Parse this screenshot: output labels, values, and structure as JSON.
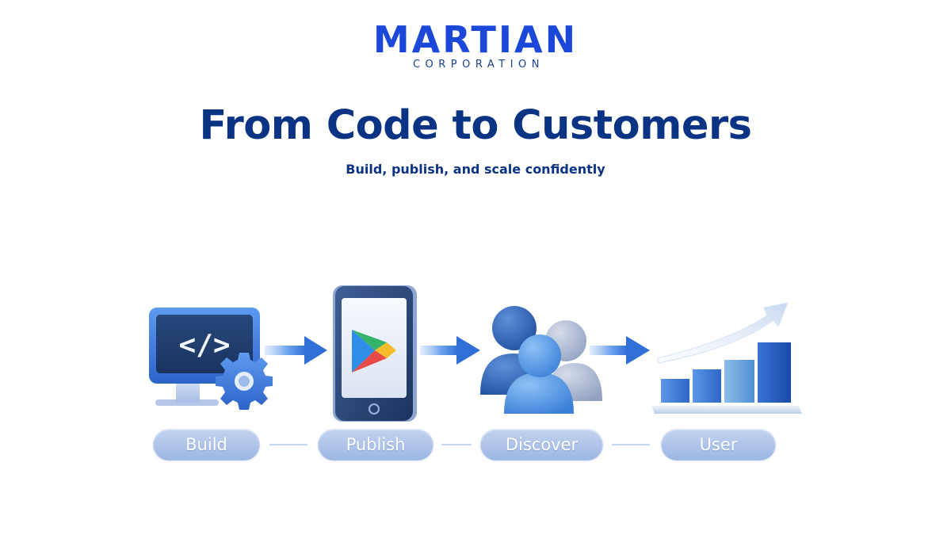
{
  "logo": {
    "wordmark": "MARTIAN",
    "subtitle": "CORPORATION"
  },
  "headline": "From Code to Customers",
  "subheadline": "Build, publish, and scale confidently",
  "flow": {
    "steps": [
      {
        "label": "Build",
        "icon": "code-monitor-with-gear-icon"
      },
      {
        "label": "Publish",
        "icon": "smartphone-play-store-icon"
      },
      {
        "label": "Discover",
        "icon": "user-group-icon"
      },
      {
        "label": "User",
        "icon": "growth-bar-chart-icon"
      }
    ],
    "arrow_icon": "right-arrow-icon",
    "code_glyph": "</>"
  },
  "colors": {
    "brand_blue": "#1b48d8",
    "navy_text": "#0a3384",
    "pill_fill": "#a9bfe8",
    "arrow_blue": "#3d7fe0"
  }
}
